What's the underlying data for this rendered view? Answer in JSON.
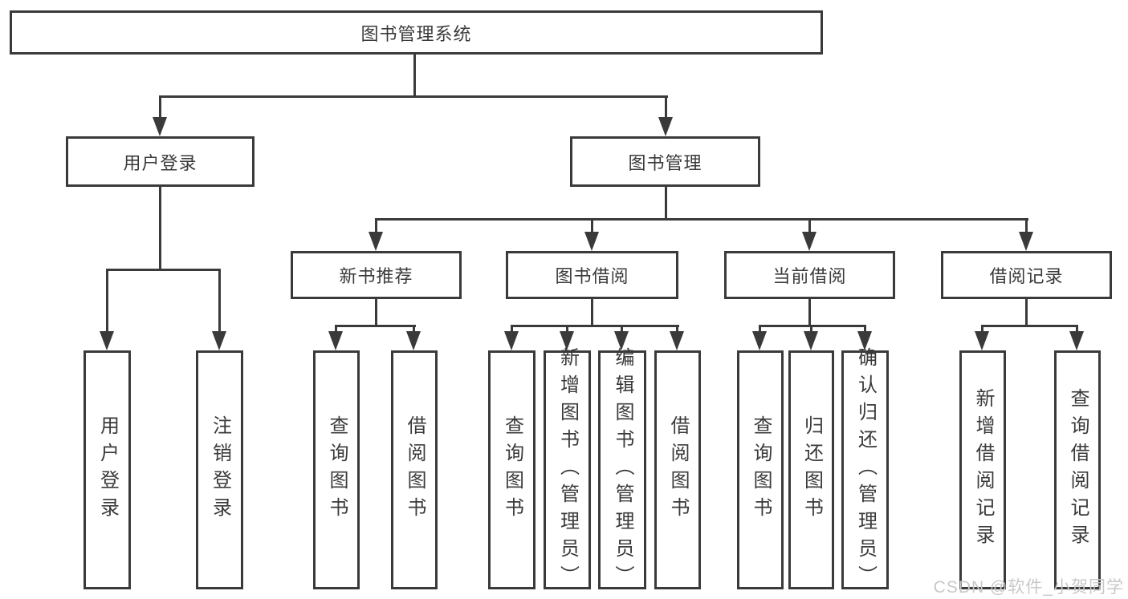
{
  "diagram": {
    "title": "图书管理系统",
    "root": "图书管理系统",
    "branches": [
      {
        "label": "用户登录",
        "children": [
          "用户登录",
          "注销登录"
        ]
      },
      {
        "label": "图书管理",
        "sections": [
          {
            "label": "新书推荐",
            "children": [
              "查询图书",
              "借阅图书"
            ]
          },
          {
            "label": "图书借阅",
            "children": [
              "查询图书",
              "新增图书（管理员）",
              "编辑图书（管理员）",
              "借阅图书"
            ]
          },
          {
            "label": "当前借阅",
            "children": [
              "查询图书",
              "归还图书",
              "确认归还（管理员）"
            ]
          },
          {
            "label": "借阅记录",
            "children": [
              "新增借阅记录",
              "查询借阅记录"
            ]
          }
        ]
      }
    ]
  },
  "watermark": {
    "text": "CSDN @软件_小贺同学"
  },
  "colors": {
    "line": "#3a3a3a",
    "text": "#3a3a3a",
    "background": "#ffffff",
    "watermark": "#c8c8c8"
  }
}
